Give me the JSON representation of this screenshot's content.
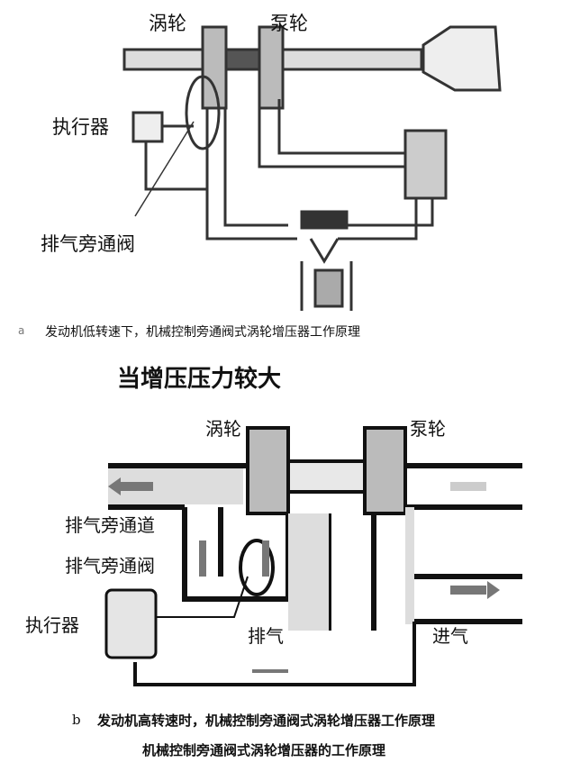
{
  "figure_a": {
    "labels": {
      "turbine": "涡轮",
      "pump": "泵轮",
      "actuator": "执行器",
      "wastegate": "排气旁通阀"
    },
    "letter": "a",
    "caption": "发动机低转速下，机械控制旁通阀式涡轮增压器工作原理"
  },
  "heading": "当增压压力较大",
  "figure_b": {
    "labels": {
      "turbine": "涡轮",
      "pump": "泵轮",
      "bypass_channel": "排气旁通道",
      "wastegate": "排气旁通阀",
      "actuator": "执行器",
      "exhaust": "排气",
      "intake": "进气"
    },
    "letter": "b",
    "caption": "发动机高转速时，机械控制旁通阀式涡轮增压器工作原理"
  },
  "title": "机械控制旁通阀式涡轮增压器的工作原理"
}
